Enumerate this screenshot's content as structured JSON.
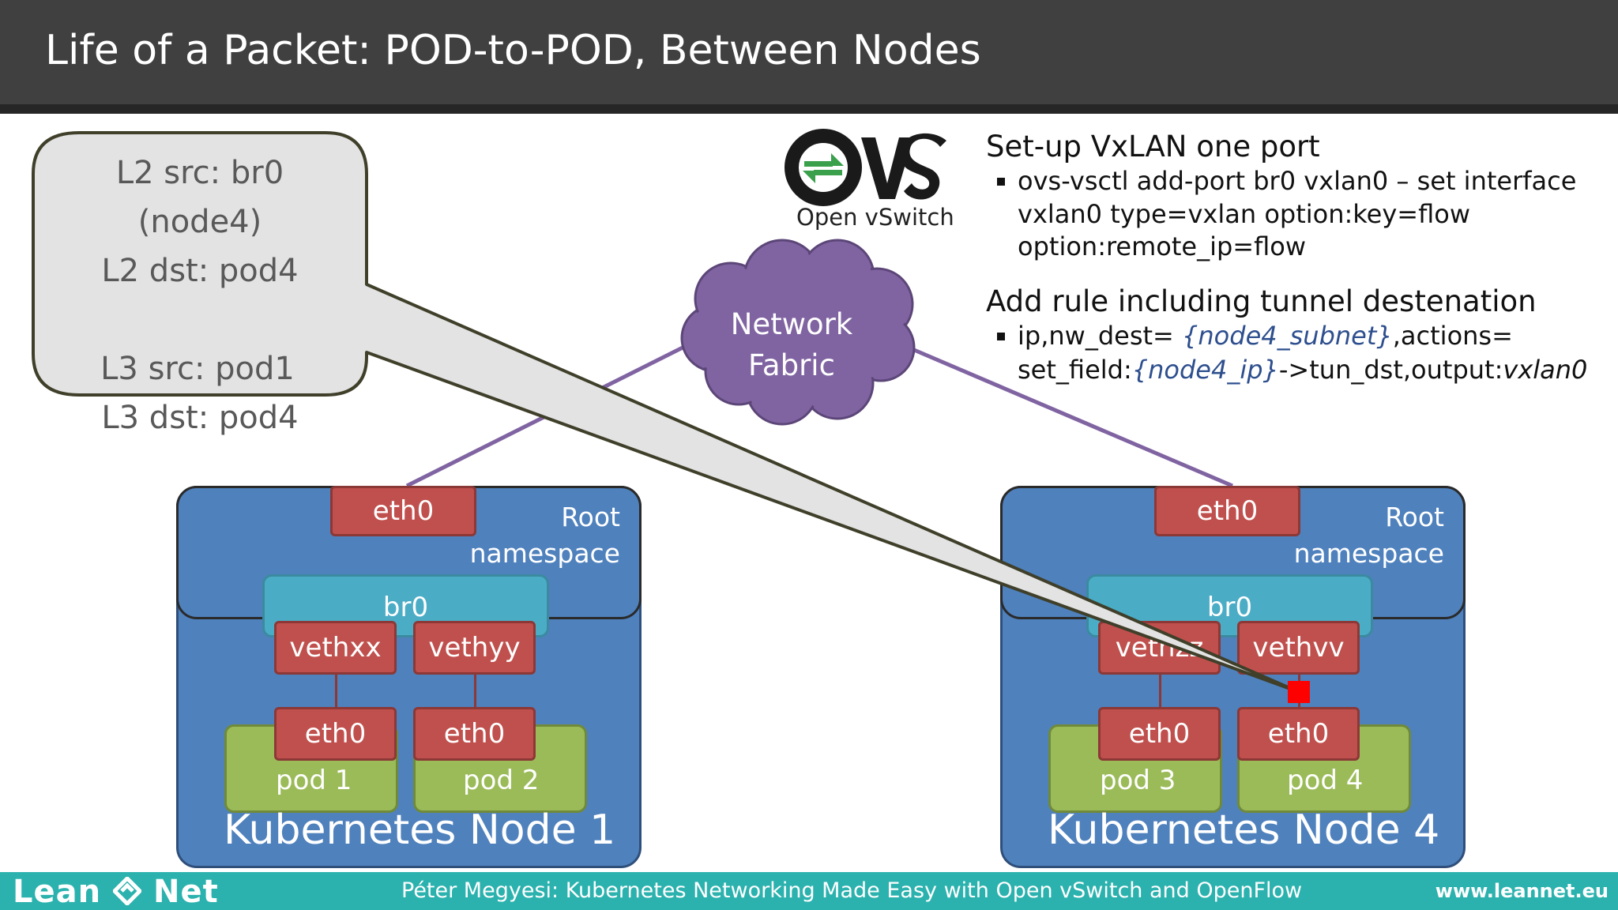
{
  "title": "Life of a Packet: POD-to-POD, Between Nodes",
  "footer": {
    "brand": "Lean",
    "brand2": "Net",
    "text": "Péter Megyesi: Kubernetes Networking Made Easy with Open vSwitch and OpenFlow",
    "url": "www.leannet.eu"
  },
  "bubble": {
    "lines": [
      "L2 src: br0",
      "(node4)",
      "L2 dst: pod4",
      "L3 src: pod1",
      "L3 dst: pod4"
    ]
  },
  "ovs": {
    "logo_text": "OvS",
    "name": "Open vSwitch"
  },
  "setup": {
    "heading": "Set-up VxLAN one port",
    "lines": [
      "ovs-vsctl add-port br0 vxlan0 – set interface",
      "vxlan0 type=vxlan option:key=flow",
      "option:remote_ip=flow"
    ]
  },
  "rule": {
    "heading": "Add rule including tunnel destenation",
    "l1_pre": "ip,nw_dest= ",
    "l1_var": "{node4_subnet}",
    "l1_post": ",actions=",
    "l2_pre": "set_field:",
    "l2_var": "{node4_ip}",
    "l2_mid": "->tun_dst,output:",
    "l2_it": "vxlan0"
  },
  "cloud": {
    "line1": "Network",
    "line2": "Fabric"
  },
  "node1": {
    "title": "Kubernetes Node 1",
    "ns_label_1": "Root",
    "ns_label_2": "namespace",
    "eth": "eth0",
    "bridge": "br0",
    "veth_a": "vethxx",
    "veth_b": "vethyy",
    "pod_a_eth": "eth0",
    "pod_b_eth": "eth0",
    "pod_a": "pod 1",
    "pod_b": "pod 2"
  },
  "node4": {
    "title": "Kubernetes Node 4",
    "ns_label_1": "Root",
    "ns_label_2": "namespace",
    "eth": "eth0",
    "bridge": "br0",
    "veth_a": "vethzz",
    "veth_b": "vethvv",
    "pod_a_eth": "eth0",
    "pod_b_eth": "eth0",
    "pod_a": "pod 3",
    "pod_b": "pod 4"
  },
  "colors": {
    "node": "#4f81bd",
    "bridge": "#4bacc6",
    "interface": "#c0504d",
    "pod": "#9bbb59",
    "cloud": "#8064a2",
    "link": "#8064a2",
    "footer": "#2bb2ae",
    "marker": "#ff0000"
  }
}
